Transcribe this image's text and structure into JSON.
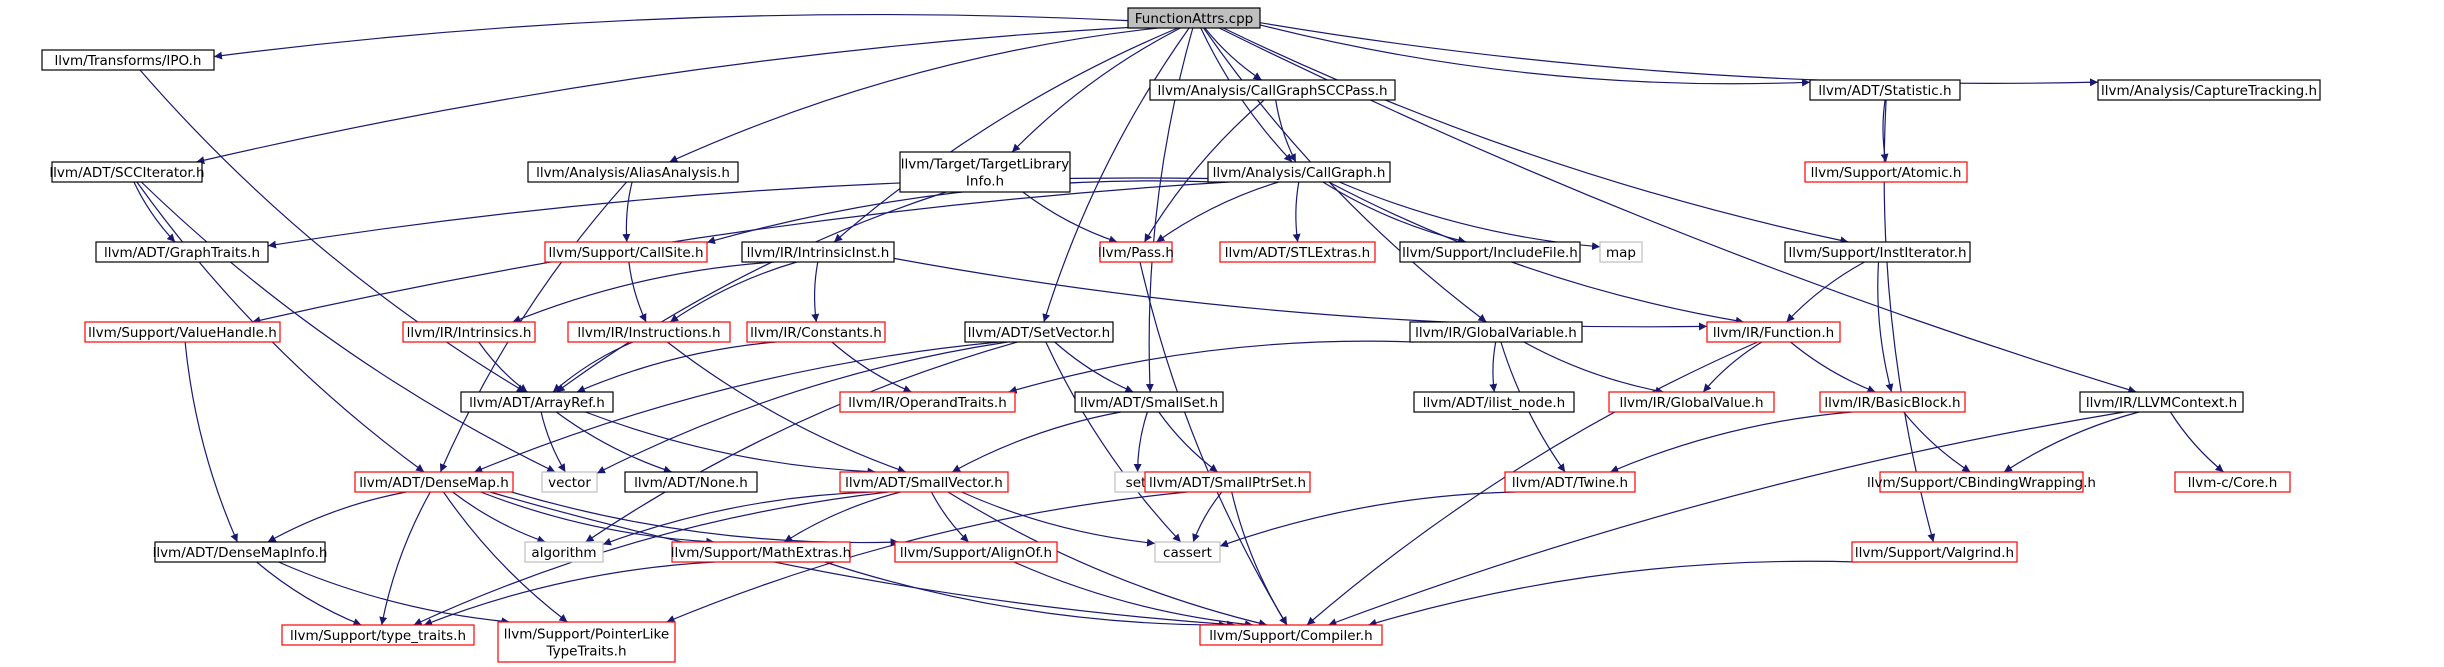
{
  "graph": {
    "root": "FunctionAttrs.cpp",
    "nodes": {
      "root": {
        "lines": [
          "FunctionAttrs.cpp"
        ],
        "style": "root"
      },
      "ipo": {
        "lines": [
          "llvm/Transforms/IPO.h"
        ],
        "style": "black"
      },
      "scciter": {
        "lines": [
          "llvm/ADT/SCCIterator.h"
        ],
        "style": "black"
      },
      "aliasanalysis": {
        "lines": [
          "llvm/Analysis/AliasAnalysis.h"
        ],
        "style": "black"
      },
      "tli": {
        "lines": [
          "llvm/Target/TargetLibrary",
          "Info.h"
        ],
        "style": "black"
      },
      "cgsccpass": {
        "lines": [
          "llvm/Analysis/CallGraphSCCPass.h"
        ],
        "style": "black"
      },
      "callgraph": {
        "lines": [
          "llvm/Analysis/CallGraph.h"
        ],
        "style": "black"
      },
      "statistic": {
        "lines": [
          "llvm/ADT/Statistic.h"
        ],
        "style": "black"
      },
      "capture": {
        "lines": [
          "llvm/Analysis/CaptureTracking.h"
        ],
        "style": "black"
      },
      "atomic": {
        "lines": [
          "llvm/Support/Atomic.h"
        ],
        "style": "red"
      },
      "graphtraits": {
        "lines": [
          "llvm/ADT/GraphTraits.h"
        ],
        "style": "black"
      },
      "callsite": {
        "lines": [
          "llvm/Support/CallSite.h"
        ],
        "style": "red"
      },
      "intrinsicinst": {
        "lines": [
          "llvm/IR/IntrinsicInst.h"
        ],
        "style": "black"
      },
      "pass": {
        "lines": [
          "llvm/Pass.h"
        ],
        "style": "red"
      },
      "stlextras": {
        "lines": [
          "llvm/ADT/STLExtras.h"
        ],
        "style": "red"
      },
      "includefile": {
        "lines": [
          "llvm/Support/IncludeFile.h"
        ],
        "style": "black"
      },
      "map": {
        "lines": [
          "map"
        ],
        "style": "gray"
      },
      "institerator": {
        "lines": [
          "llvm/Support/InstIterator.h"
        ],
        "style": "black"
      },
      "valuehandle": {
        "lines": [
          "llvm/Support/ValueHandle.h"
        ],
        "style": "red"
      },
      "intrinsics": {
        "lines": [
          "llvm/IR/Intrinsics.h"
        ],
        "style": "red"
      },
      "instructions": {
        "lines": [
          "llvm/IR/Instructions.h"
        ],
        "style": "red"
      },
      "constants": {
        "lines": [
          "llvm/IR/Constants.h"
        ],
        "style": "red"
      },
      "setvector": {
        "lines": [
          "llvm/ADT/SetVector.h"
        ],
        "style": "black"
      },
      "globalvariable": {
        "lines": [
          "llvm/IR/GlobalVariable.h"
        ],
        "style": "black"
      },
      "function": {
        "lines": [
          "llvm/IR/Function.h"
        ],
        "style": "red"
      },
      "arrayref": {
        "lines": [
          "llvm/ADT/ArrayRef.h"
        ],
        "style": "black"
      },
      "operandtraits": {
        "lines": [
          "llvm/IR/OperandTraits.h"
        ],
        "style": "red"
      },
      "smallset": {
        "lines": [
          "llvm/ADT/SmallSet.h"
        ],
        "style": "black"
      },
      "ilistnode": {
        "lines": [
          "llvm/ADT/ilist_node.h"
        ],
        "style": "black"
      },
      "globalvalue": {
        "lines": [
          "llvm/IR/GlobalValue.h"
        ],
        "style": "red"
      },
      "basicblock": {
        "lines": [
          "llvm/IR/BasicBlock.h"
        ],
        "style": "red"
      },
      "llvmcontext": {
        "lines": [
          "llvm/IR/LLVMContext.h"
        ],
        "style": "black"
      },
      "densemap": {
        "lines": [
          "llvm/ADT/DenseMap.h"
        ],
        "style": "red"
      },
      "vector": {
        "lines": [
          "vector"
        ],
        "style": "gray"
      },
      "none": {
        "lines": [
          "llvm/ADT/None.h"
        ],
        "style": "black"
      },
      "smallvector": {
        "lines": [
          "llvm/ADT/SmallVector.h"
        ],
        "style": "red"
      },
      "set": {
        "lines": [
          "set"
        ],
        "style": "gray"
      },
      "smallptrset": {
        "lines": [
          "llvm/ADT/SmallPtrSet.h"
        ],
        "style": "red"
      },
      "twine": {
        "lines": [
          "llvm/ADT/Twine.h"
        ],
        "style": "red"
      },
      "cbinding": {
        "lines": [
          "llvm/Support/CBindingWrapping.h"
        ],
        "style": "red"
      },
      "ccore": {
        "lines": [
          "llvm-c/Core.h"
        ],
        "style": "red"
      },
      "densemapinfo": {
        "lines": [
          "llvm/ADT/DenseMapInfo.h"
        ],
        "style": "black"
      },
      "algorithm": {
        "lines": [
          "algorithm"
        ],
        "style": "gray"
      },
      "mathextras": {
        "lines": [
          "llvm/Support/MathExtras.h"
        ],
        "style": "red"
      },
      "alignof": {
        "lines": [
          "llvm/Support/AlignOf.h"
        ],
        "style": "red"
      },
      "cassert": {
        "lines": [
          "cassert"
        ],
        "style": "gray"
      },
      "valgrind": {
        "lines": [
          "llvm/Support/Valgrind.h"
        ],
        "style": "red"
      },
      "typetraits": {
        "lines": [
          "llvm/Support/type_traits.h"
        ],
        "style": "red"
      },
      "pointerlike": {
        "lines": [
          "llvm/Support/PointerLike",
          "TypeTraits.h"
        ],
        "style": "red"
      },
      "compiler": {
        "lines": [
          "llvm/Support/Compiler.h"
        ],
        "style": "red"
      }
    },
    "edges": [
      [
        "root",
        "ipo"
      ],
      [
        "root",
        "scciter"
      ],
      [
        "root",
        "aliasanalysis"
      ],
      [
        "root",
        "tli"
      ],
      [
        "root",
        "cgsccpass"
      ],
      [
        "root",
        "callgraph"
      ],
      [
        "root",
        "statistic"
      ],
      [
        "root",
        "capture"
      ],
      [
        "root",
        "intrinsicinst"
      ],
      [
        "root",
        "setvector"
      ],
      [
        "root",
        "smallset"
      ],
      [
        "root",
        "institerator"
      ],
      [
        "root",
        "globalvariable"
      ],
      [
        "root",
        "llvmcontext"
      ],
      [
        "ipo",
        "arrayref"
      ],
      [
        "scciter",
        "graphtraits"
      ],
      [
        "scciter",
        "densemap"
      ],
      [
        "scciter",
        "vector"
      ],
      [
        "aliasanalysis",
        "callsite"
      ],
      [
        "aliasanalysis",
        "densemap"
      ],
      [
        "tli",
        "pass"
      ],
      [
        "tli",
        "arrayref"
      ],
      [
        "cgsccpass",
        "callgraph"
      ],
      [
        "cgsccpass",
        "pass"
      ],
      [
        "callgraph",
        "graphtraits"
      ],
      [
        "callgraph",
        "callsite"
      ],
      [
        "callgraph",
        "pass"
      ],
      [
        "callgraph",
        "stlextras"
      ],
      [
        "callgraph",
        "includefile"
      ],
      [
        "callgraph",
        "map"
      ],
      [
        "callgraph",
        "function"
      ],
      [
        "callgraph",
        "valuehandle"
      ],
      [
        "statistic",
        "atomic"
      ],
      [
        "statistic",
        "valgrind"
      ],
      [
        "callsite",
        "instructions"
      ],
      [
        "intrinsicinst",
        "intrinsics"
      ],
      [
        "intrinsicinst",
        "instructions"
      ],
      [
        "intrinsicinst",
        "constants"
      ],
      [
        "intrinsicinst",
        "function"
      ],
      [
        "pass",
        "compiler"
      ],
      [
        "institerator",
        "function"
      ],
      [
        "institerator",
        "basicblock"
      ],
      [
        "valuehandle",
        "densemapinfo"
      ],
      [
        "intrinsics",
        "arrayref"
      ],
      [
        "instructions",
        "arrayref"
      ],
      [
        "instructions",
        "smallvector"
      ],
      [
        "constants",
        "arrayref"
      ],
      [
        "constants",
        "operandtraits"
      ],
      [
        "setvector",
        "smallset"
      ],
      [
        "setvector",
        "densemap"
      ],
      [
        "setvector",
        "algorithm"
      ],
      [
        "setvector",
        "cassert"
      ],
      [
        "setvector",
        "vector"
      ],
      [
        "globalvariable",
        "operandtraits"
      ],
      [
        "globalvariable",
        "ilistnode"
      ],
      [
        "globalvariable",
        "globalvalue"
      ],
      [
        "globalvariable",
        "twine"
      ],
      [
        "function",
        "globalvalue"
      ],
      [
        "function",
        "basicblock"
      ],
      [
        "function",
        "compiler"
      ],
      [
        "arrayref",
        "none"
      ],
      [
        "arrayref",
        "smallvector"
      ],
      [
        "arrayref",
        "vector"
      ],
      [
        "smallset",
        "set"
      ],
      [
        "smallset",
        "smallvector"
      ],
      [
        "smallset",
        "smallptrset"
      ],
      [
        "basicblock",
        "twine"
      ],
      [
        "basicblock",
        "cbinding"
      ],
      [
        "llvmcontext",
        "cbinding"
      ],
      [
        "llvmcontext",
        "ccore"
      ],
      [
        "llvmcontext",
        "compiler"
      ],
      [
        "densemap",
        "densemapinfo"
      ],
      [
        "densemap",
        "algorithm"
      ],
      [
        "densemap",
        "mathextras"
      ],
      [
        "densemap",
        "alignof"
      ],
      [
        "densemap",
        "typetraits"
      ],
      [
        "densemap",
        "pointerlike"
      ],
      [
        "densemap",
        "compiler"
      ],
      [
        "smallvector",
        "algorithm"
      ],
      [
        "smallvector",
        "mathextras"
      ],
      [
        "smallvector",
        "alignof"
      ],
      [
        "smallvector",
        "cassert"
      ],
      [
        "smallvector",
        "compiler"
      ],
      [
        "smallvector",
        "typetraits"
      ],
      [
        "smallptrset",
        "cassert"
      ],
      [
        "smallptrset",
        "compiler"
      ],
      [
        "smallptrset",
        "pointerlike"
      ],
      [
        "twine",
        "cassert"
      ],
      [
        "valgrind",
        "compiler"
      ],
      [
        "densemapinfo",
        "typetraits"
      ],
      [
        "densemapinfo",
        "pointerlike"
      ],
      [
        "mathextras",
        "compiler"
      ],
      [
        "mathextras",
        "typetraits"
      ],
      [
        "alignof",
        "compiler"
      ]
    ]
  }
}
